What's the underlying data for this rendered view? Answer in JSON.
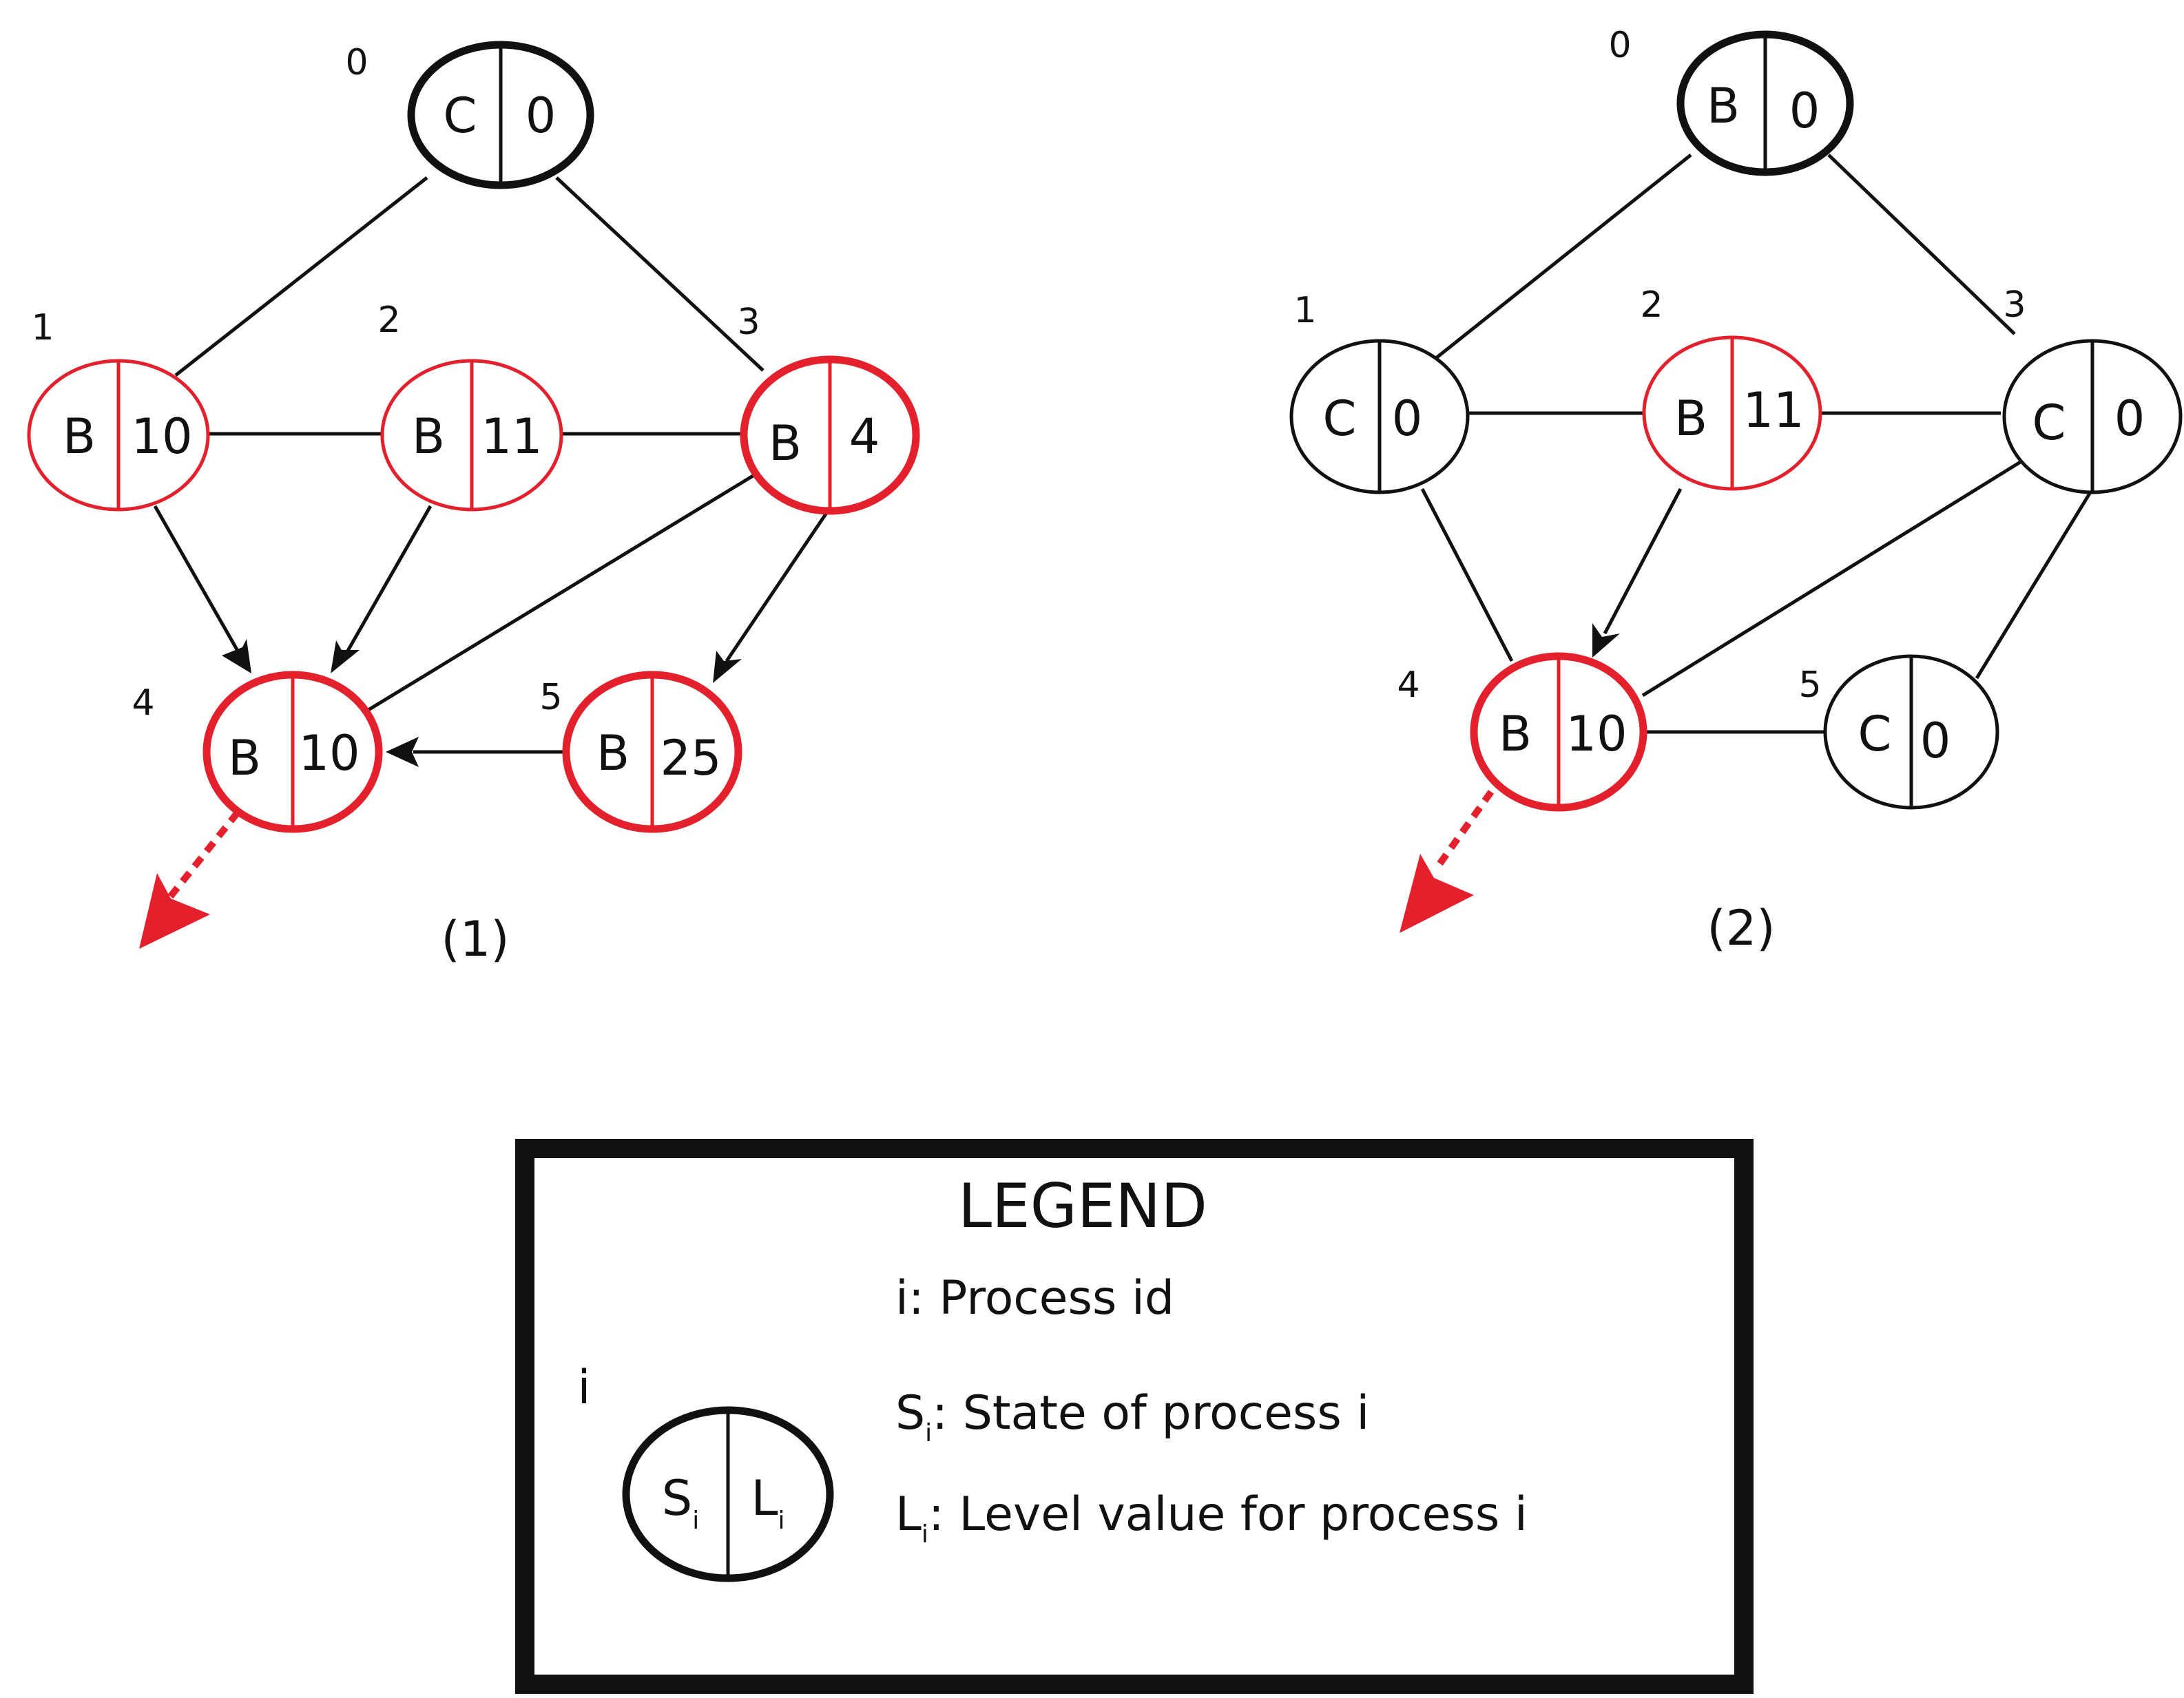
{
  "diagram1": {
    "caption": "(1)",
    "nodes": [
      {
        "id": "0",
        "state": "C",
        "level": "0"
      },
      {
        "id": "1",
        "state": "B",
        "level": "10"
      },
      {
        "id": "2",
        "state": "B",
        "level": "11"
      },
      {
        "id": "3",
        "state": "B",
        "level": "4"
      },
      {
        "id": "4",
        "state": "B",
        "level": "10"
      },
      {
        "id": "5",
        "state": "B",
        "level": "25"
      }
    ]
  },
  "diagram2": {
    "caption": "(2)",
    "nodes": [
      {
        "id": "0",
        "state": "B",
        "level": "0"
      },
      {
        "id": "1",
        "state": "C",
        "level": "0"
      },
      {
        "id": "2",
        "state": "B",
        "level": "11"
      },
      {
        "id": "3",
        "state": "C",
        "level": "0"
      },
      {
        "id": "4",
        "state": "B",
        "level": "10"
      },
      {
        "id": "5",
        "state": "C",
        "level": "0"
      }
    ]
  },
  "legend": {
    "title": "LEGEND",
    "node_id": "i",
    "state_symbol": "S",
    "level_symbol": "L",
    "subscript": "i",
    "line_process_id": "i: Process id",
    "line_state_symbol": "S",
    "line_state_subscript": "i",
    "line_state_text": ": State of process i",
    "line_level_symbol": "L",
    "line_level_subscript": "i",
    "line_level_text": ": Level value for process i"
  },
  "colors": {
    "ink": "#111111",
    "highlight": "#e3202b"
  }
}
